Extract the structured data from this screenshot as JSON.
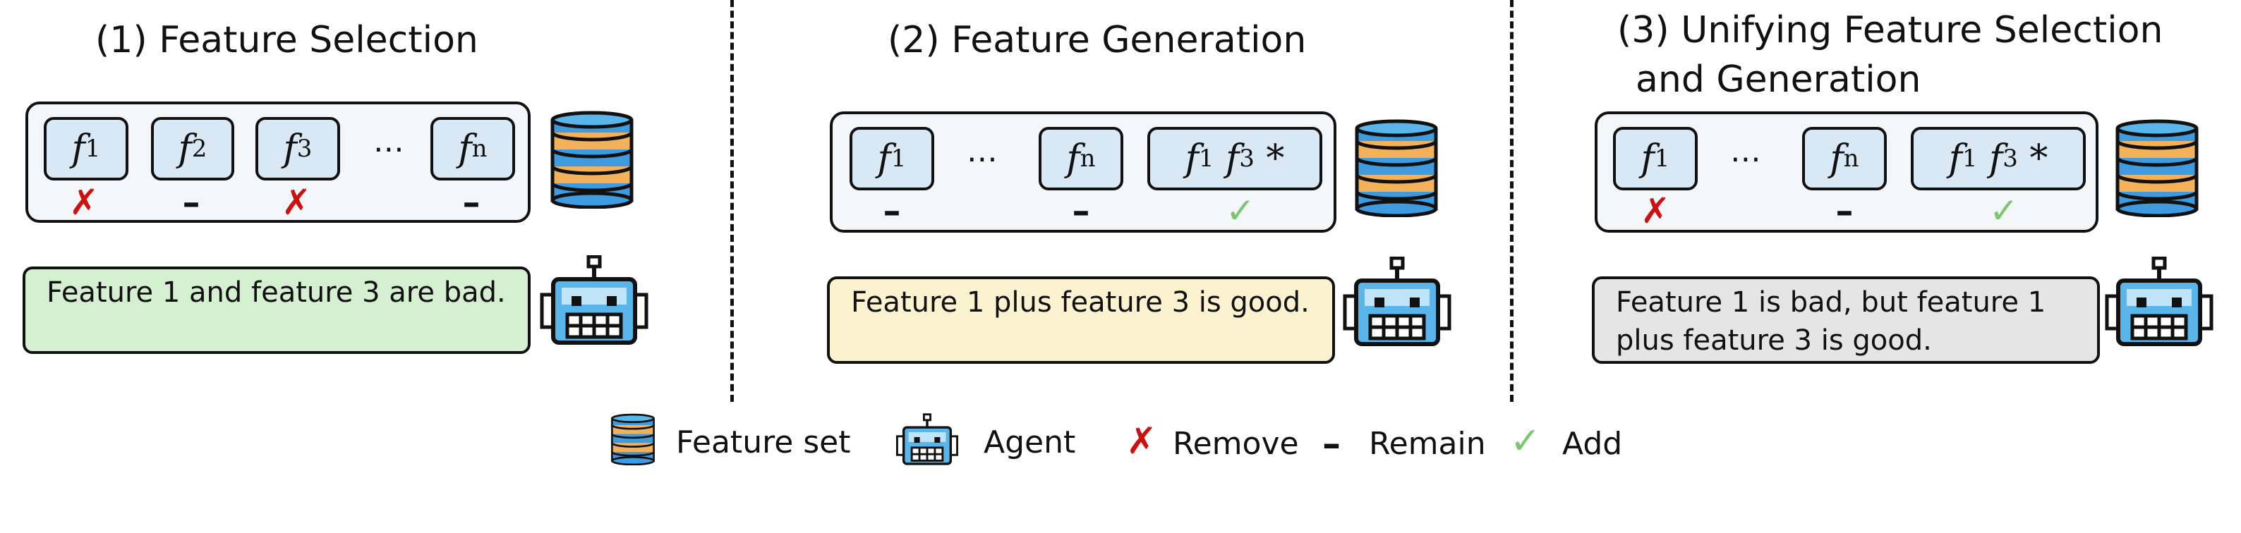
{
  "panels": [
    {
      "title": "(1) Feature Selection",
      "features": [
        "f1",
        "f2",
        "f3",
        "fn"
      ],
      "ellipsis": "⋯",
      "marks": [
        "✗",
        "–",
        "✗",
        "–"
      ],
      "message": "Feature 1 and feature 3 are bad."
    },
    {
      "title": "(2) Feature Generation",
      "features": [
        "f1",
        "fn",
        "f1 f3 *"
      ],
      "ellipsis": "⋯",
      "marks": [
        "–",
        "–",
        "✓"
      ],
      "message": "Feature 1 plus feature 3 is good."
    },
    {
      "title_line1": "(3) Unifying Feature Selection",
      "title_line2": "and Generation",
      "features": [
        "f1",
        "fn",
        "f1 f3 *"
      ],
      "ellipsis": "⋯",
      "marks": [
        "✗",
        "–",
        "✓"
      ],
      "message": "Feature 1 is bad, but feature 1 plus feature 3 is good."
    }
  ],
  "legend": {
    "feature_set": "Feature set",
    "agent": "Agent",
    "remove_mark": "✗",
    "remove": "Remove",
    "remain_mark": "–",
    "remain": "Remain",
    "add_mark": "✓",
    "add": "Add"
  },
  "colors": {
    "panel1_message_bg": "#d5efd1",
    "panel2_message_bg": "#fbf2cf",
    "panel3_message_bg": "#e5e5e5",
    "feature_box_bg": "#d9e8f5",
    "database_blue": "#3f9be0",
    "database_orange": "#f5b15a",
    "robot_blue": "#5ab6ea",
    "remove_red": "#cc1111",
    "add_green": "#7ac76e"
  }
}
